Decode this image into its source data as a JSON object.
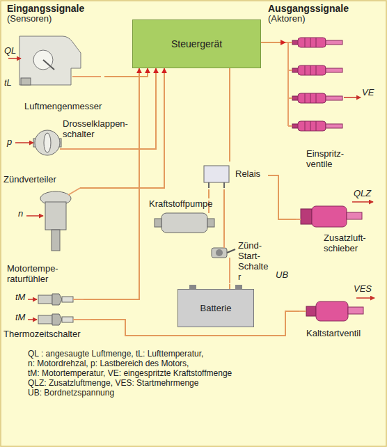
{
  "diagram": {
    "nodes": [
      {
        "text": [
          "Steuergerät"
        ]
      },
      {
        "text": [
          "Luftmengenmesser"
        ]
      },
      {
        "text": [
          "Drosselklappen- schalter"
        ]
      },
      {
        "text": [
          "Zündverteiler"
        ]
      },
      {
        "text": [
          "Motortempe- raturfühler"
        ]
      },
      {
        "text": [
          "Thermozeitschalter"
        ]
      },
      {
        "text": [
          "Kraftstoffpumpe"
        ]
      },
      {
        "text": [
          "Relais"
        ]
      },
      {
        "text": [
          "Batterie"
        ]
      },
      {
        "text": [
          "Zünd- Start- Schalte r"
        ]
      },
      {
        "text": [
          "Einspritz- ventile"
        ]
      },
      {
        "text": [
          "Zusatzluft- schieber"
        ]
      },
      {
        "text": [
          "Kaltstartventil"
        ]
      }
    ],
    "edges": [
      {
        "from": 1,
        "to": 0,
        "arrow": "to"
      },
      {
        "from": 2,
        "to": 0,
        "arrow": "to"
      },
      {
        "from": 3,
        "to": 0,
        "arrow": "to"
      },
      {
        "from": 4,
        "to": 0,
        "arrow": "to"
      },
      {
        "from": 0,
        "to": 10,
        "arrow": "to"
      },
      {
        "from": 0,
        "to": 7,
        "arrow": "none"
      },
      {
        "from": 7,
        "to": 6,
        "arrow": "none"
      },
      {
        "from": 7,
        "to": 11,
        "arrow": "none"
      },
      {
        "from": 9,
        "to": 7,
        "arrow": "none"
      },
      {
        "from": 8,
        "to": 9,
        "arrow": "none"
      },
      {
        "from": 5,
        "to": 12,
        "arrow": "none"
      }
    ],
    "labels": [
      "Eingangssignale",
      "(Sensoren)",
      "Ausgangssignale",
      "(Aktoren)",
      "QL",
      "tL",
      "p",
      "n",
      "tM",
      "tM",
      "VE",
      "QLZ",
      "UB",
      "VES",
      "QL : angesaugte Luftmenge, tL: Lufttemperatur,",
      "n: Motordrehzal, p: Lastbereich des Motors,",
      "tM: Motortemperatur, VE: eingespritzte Kraftstoffmenge",
      "QLZ: Zusatzluftmenge, VES: Startmehrmenge",
      "UB: Bordnetzspannung"
    ]
  }
}
